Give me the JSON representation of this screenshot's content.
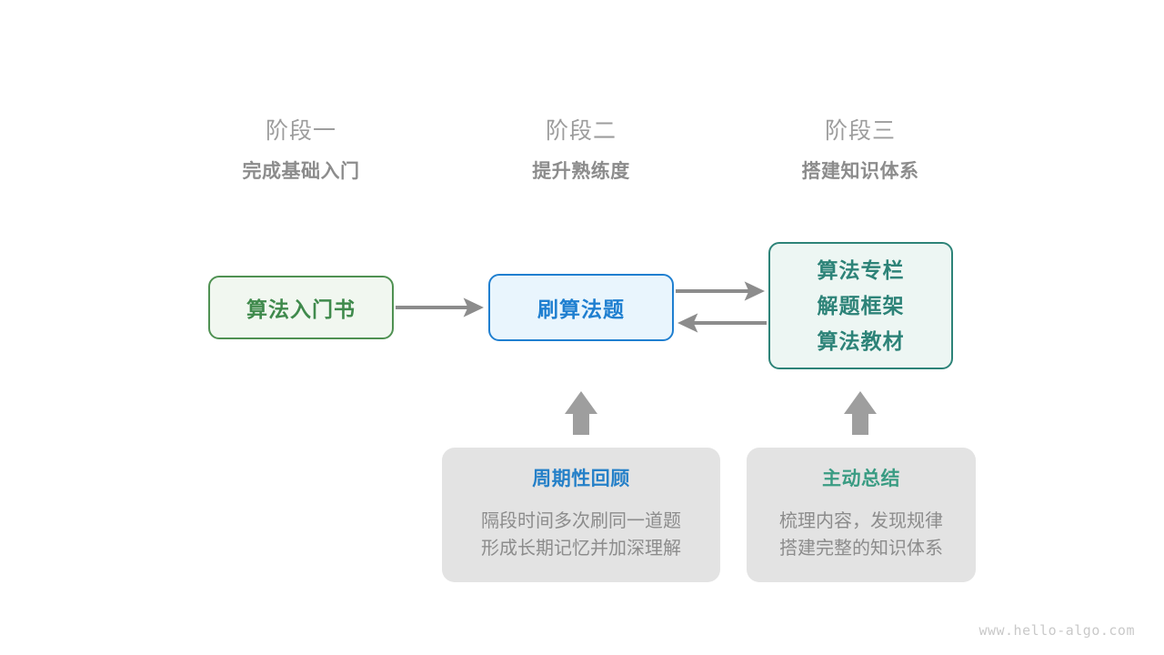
{
  "stages": [
    {
      "label": "阶段一",
      "subtitle": "完成基础入门"
    },
    {
      "label": "阶段二",
      "subtitle": "提升熟练度"
    },
    {
      "label": "阶段三",
      "subtitle": "搭建知识体系"
    }
  ],
  "flow": {
    "book_box": {
      "text": "算法入门书",
      "border_color": "#4f9152",
      "fill_color": "#f1f7f0",
      "text_color": "#3f8a4c"
    },
    "practice_box": {
      "text": "刷算法题",
      "border_color": "#1f7fd0",
      "fill_color": "#e9f5fd",
      "text_color": "#1f7fd0"
    },
    "resources_box": {
      "lines": [
        "算法专栏",
        "解题框架",
        "算法教材"
      ],
      "border_color": "#2d8378",
      "fill_color": "#edf6f3",
      "text_color": "#2d8378"
    }
  },
  "arrows": {
    "color": "#8c8c8c",
    "book_to_practice": "arrow-right",
    "practice_to_resources": "arrow-right",
    "resources_to_practice": "arrow-left",
    "review_up": "arrow-up",
    "summary_up": "arrow-up"
  },
  "notes": [
    {
      "title": "周期性回顾",
      "title_color": "#2580c8",
      "body_lines": [
        "隔段时间多次刷同一道题",
        "形成长期记忆并加深理解"
      ]
    },
    {
      "title": "主动总结",
      "title_color": "#3a9c83",
      "body_lines": [
        "梳理内容，发现规律",
        "搭建完整的知识体系"
      ]
    }
  ],
  "watermark": "www.hello-algo.com"
}
